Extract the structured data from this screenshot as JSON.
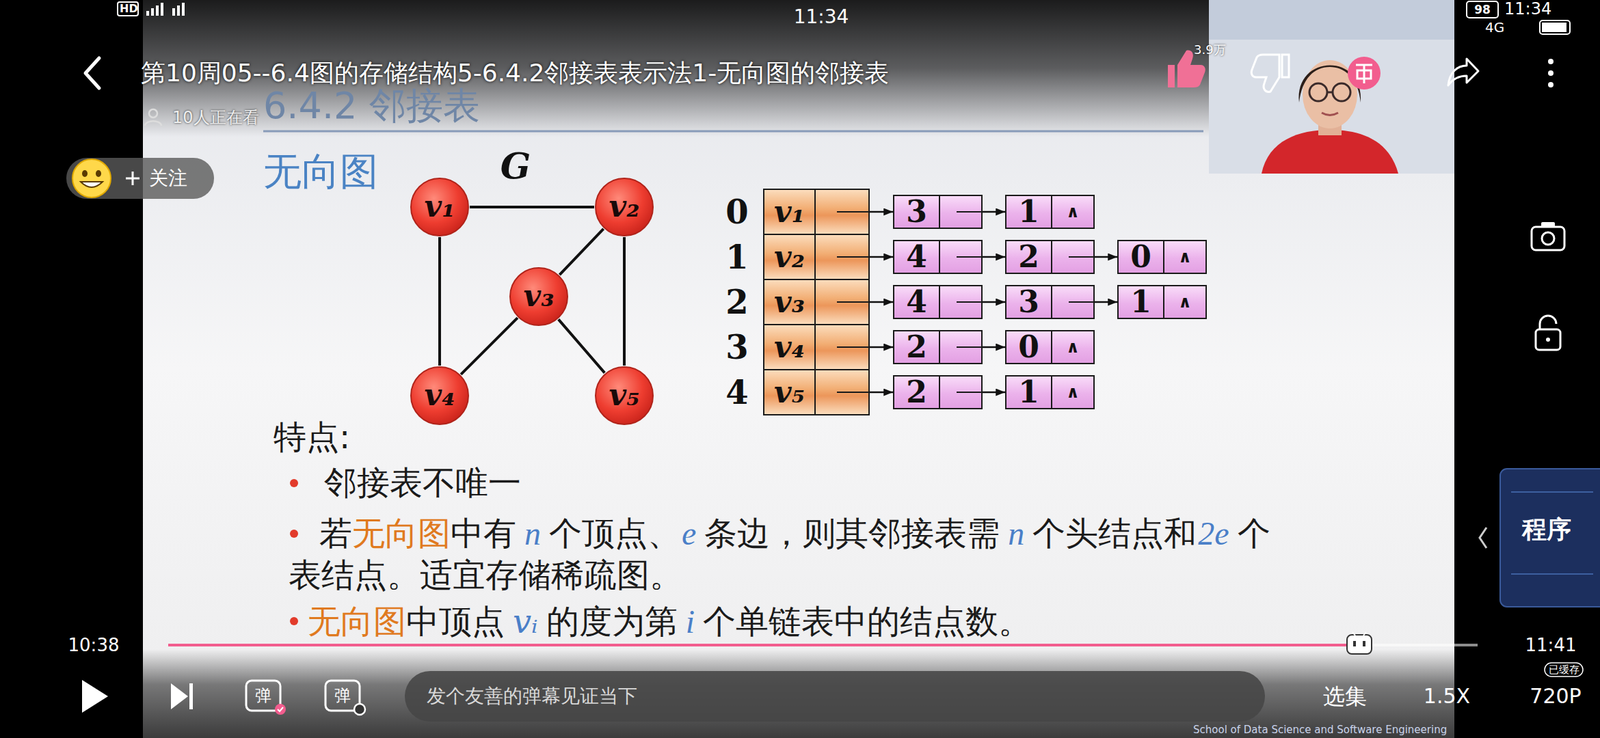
{
  "diagram": {
    "title": "第10周05--6.4图的存储结构5-6.4.2邻接表表示法1-无向图的邻接表",
    "nodes": [
      {
        "text": [
          "v₁"
        ]
      },
      {
        "text": [
          "v₂"
        ]
      },
      {
        "text": [
          "v₃"
        ]
      },
      {
        "text": [
          "v₄"
        ]
      },
      {
        "text": [
          "v₅"
        ]
      },
      {
        "text": [
          "v₁"
        ]
      },
      {
        "text": [
          "3"
        ]
      },
      {
        "text": [
          "1",
          "∧"
        ]
      },
      {
        "text": [
          "v₂"
        ]
      },
      {
        "text": [
          "4"
        ]
      },
      {
        "text": [
          "2"
        ]
      },
      {
        "text": [
          "0",
          "∧"
        ]
      },
      {
        "text": [
          "v₃"
        ]
      },
      {
        "text": [
          "4"
        ]
      },
      {
        "text": [
          "3"
        ]
      },
      {
        "text": [
          "1",
          "∧"
        ]
      },
      {
        "text": [
          "v₄"
        ]
      },
      {
        "text": [
          "2"
        ]
      },
      {
        "text": [
          "0",
          "∧"
        ]
      },
      {
        "text": [
          "v₅"
        ]
      },
      {
        "text": [
          "2"
        ]
      },
      {
        "text": [
          "1",
          "∧"
        ]
      }
    ],
    "edges": [
      {
        "from": 0,
        "to": 1,
        "arrow": "none"
      },
      {
        "from": 0,
        "to": 3,
        "arrow": "none"
      },
      {
        "from": 1,
        "to": 2,
        "arrow": "none"
      },
      {
        "from": 1,
        "to": 4,
        "arrow": "none"
      },
      {
        "from": 2,
        "to": 3,
        "arrow": "none"
      },
      {
        "from": 2,
        "to": 4,
        "arrow": "none"
      },
      {
        "from": 5,
        "to": 6,
        "arrow": "to"
      },
      {
        "from": 6,
        "to": 7,
        "arrow": "to"
      },
      {
        "from": 8,
        "to": 9,
        "arrow": "to"
      },
      {
        "from": 9,
        "to": 10,
        "arrow": "to"
      },
      {
        "from": 10,
        "to": 11,
        "arrow": "to"
      },
      {
        "from": 12,
        "to": 13,
        "arrow": "to"
      },
      {
        "from": 13,
        "to": 14,
        "arrow": "to"
      },
      {
        "from": 14,
        "to": 15,
        "arrow": "to"
      },
      {
        "from": 16,
        "to": 17,
        "arrow": "to"
      },
      {
        "from": 17,
        "to": 18,
        "arrow": "to"
      },
      {
        "from": 19,
        "to": 20,
        "arrow": "to"
      },
      {
        "from": 20,
        "to": 21,
        "arrow": "to"
      }
    ],
    "labels": [
      "HD",
      "11:34",
      "98",
      "4G",
      "11:34",
      "10人正在看",
      "3.9万",
      "关注",
      "6.4.2 邻接表",
      "无向图",
      "G",
      "0",
      "1",
      "2",
      "3",
      "4",
      "特点:",
      "邻接表不唯一",
      "若",
      "无向图",
      "中有",
      "n",
      "个顶点、",
      "e",
      "条边，则其邻接表需",
      "n",
      "个头结点和",
      "2e",
      "个",
      "表结点。适宜存储稀疏图。",
      "无向图",
      "中顶点",
      "vᵢ",
      "的度为第",
      "i",
      "个单链表中的结点数。",
      "10:38",
      "11:41",
      "弹",
      "弹",
      "发个友善的弹幕见证当下",
      "选集",
      "1.5X",
      "720P",
      "已缓存",
      "程序",
      "School of Data Science and Software Engineering"
    ]
  }
}
